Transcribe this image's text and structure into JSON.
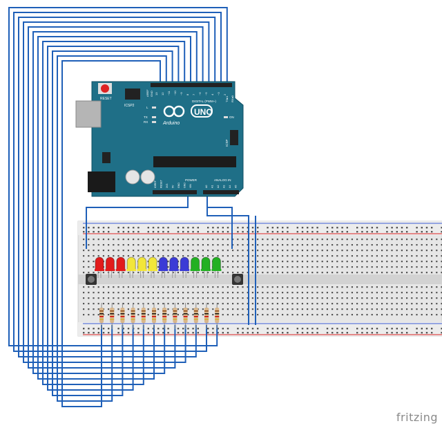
{
  "brand": "fritzing",
  "arduino": {
    "model": "UNO",
    "logo_text": "Arduino",
    "reset_label": "RESET",
    "icsp_label": "ICSP",
    "icsp2_label": "ICSP2",
    "digital_label": "DIGITAL (PWM~)",
    "power_label": "POWER",
    "analog_label": "ANALOG IN",
    "on_label": "ON",
    "led_labels": [
      "L",
      "TX",
      "RX"
    ],
    "aref_label": "AREF",
    "gnd_label": "GND",
    "tx_label": "TX▸1",
    "rx_label": "RX◂0",
    "digital_pins": [
      "13",
      "12",
      "~11",
      "~10",
      "~9",
      "8",
      "7",
      "~6",
      "~5",
      "4",
      "~3",
      "2"
    ],
    "power_pins": [
      "IOREF",
      "RESET",
      "3V3",
      "5V",
      "GND",
      "GND",
      "VIN"
    ],
    "analog_pins": [
      "A0",
      "A1",
      "A2",
      "A3",
      "A4",
      "A5"
    ],
    "board_color": "#1f6f87"
  },
  "leds": {
    "colors": [
      "red",
      "red",
      "red",
      "yellow",
      "yellow",
      "yellow",
      "blue",
      "blue",
      "blue",
      "green",
      "green",
      "green"
    ],
    "palette": {
      "red": "#e21b1b",
      "yellow": "#f2e63a",
      "blue": "#3b3bd6",
      "green": "#22b022"
    }
  },
  "buttons": {
    "count": 2
  },
  "wire_color": "#1e5fb8",
  "breadboard_color": "#e9e9e9"
}
